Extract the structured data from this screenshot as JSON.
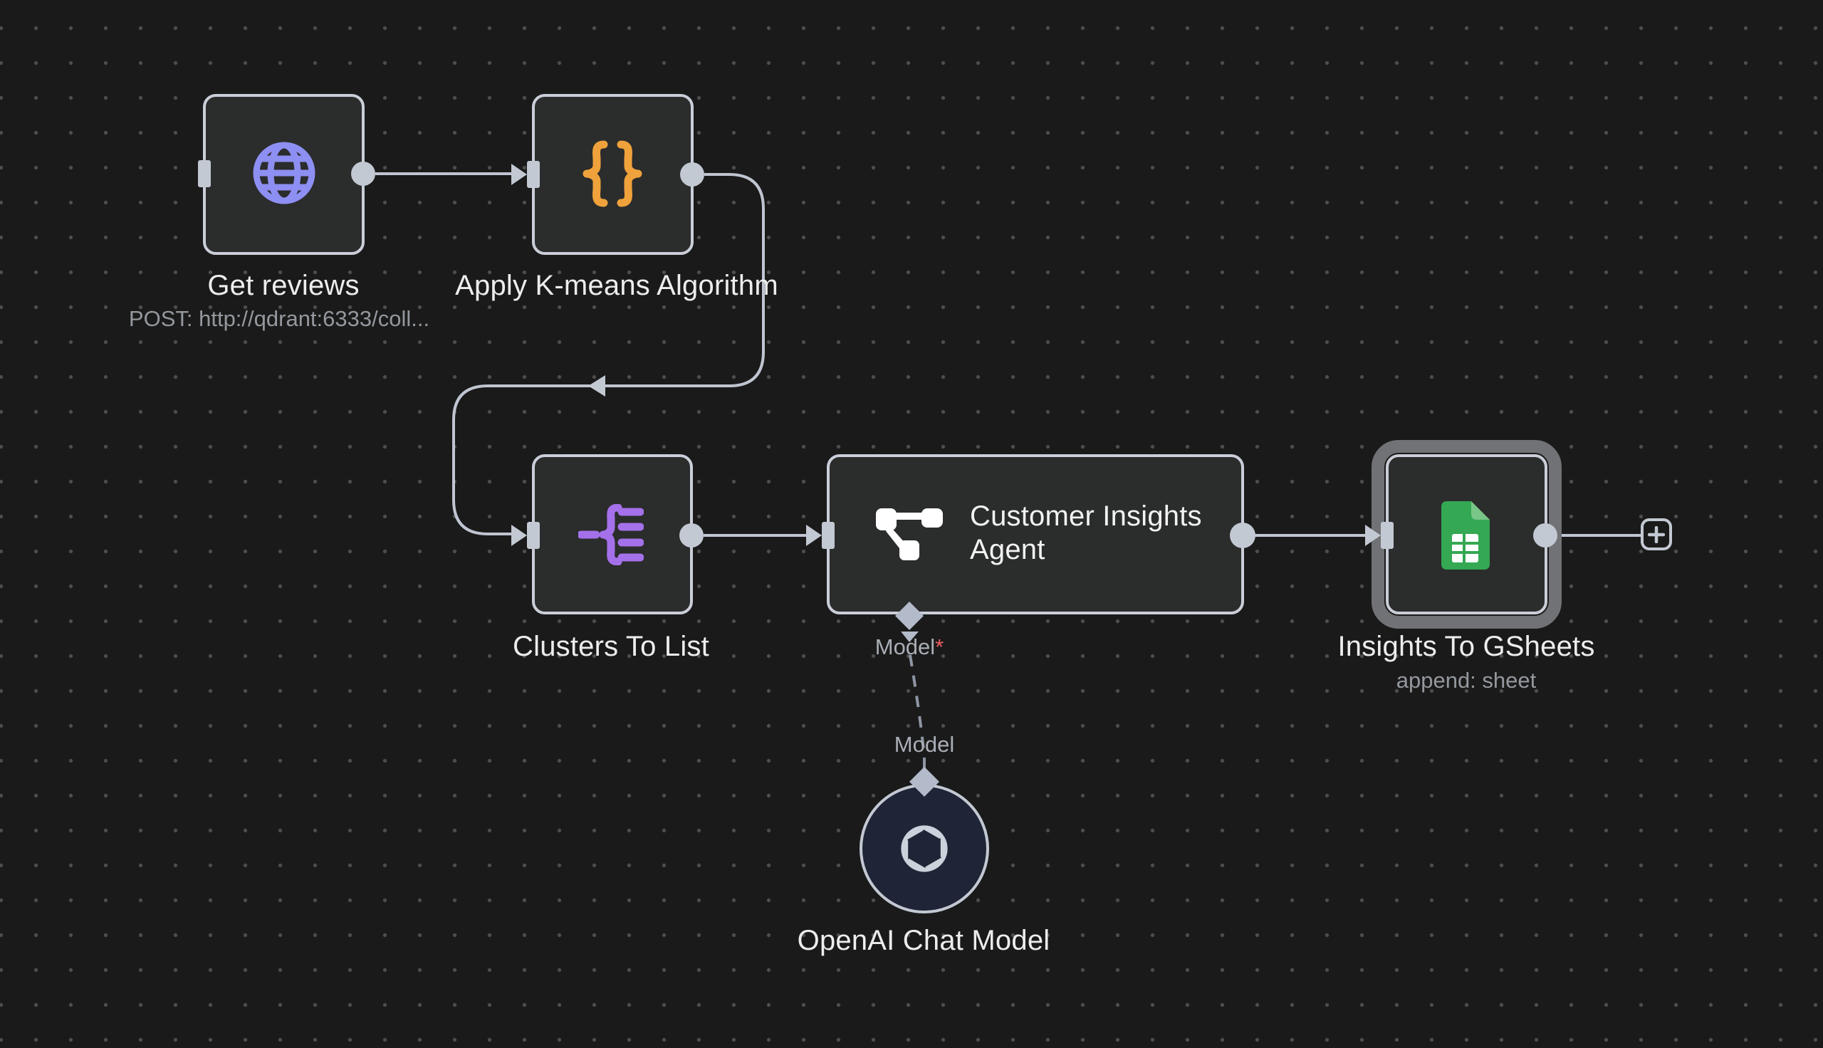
{
  "canvas": {
    "background": "#1a1a1a",
    "dot_color": "#4e4e4e",
    "line_color": "#c3c9d3",
    "node_border_color": "#c9ced8",
    "node_fill": "#2b2c2c",
    "selection_ring_color": "#717275"
  },
  "nodes": [
    {
      "key": "get_reviews",
      "label": "Get reviews",
      "subtitle": "POST: http://qdrant:6333/coll...",
      "icon": "globe-icon",
      "icon_color": "#8d8ff2"
    },
    {
      "key": "apply_kmeans",
      "label": "Apply K-means Algorithm",
      "icon": "curly-braces-icon",
      "icon_color": "#efa23b"
    },
    {
      "key": "clusters_to_list",
      "label": "Clusters To List",
      "icon": "split-out-icon",
      "icon_color": "#a471ea"
    },
    {
      "key": "customer_insights_agent",
      "label": "Customer Insights Agent",
      "icon": "agent-icon",
      "icon_color": "#ffffff"
    },
    {
      "key": "insights_to_gsheets",
      "label": "Insights To GSheets",
      "subtitle": "append: sheet",
      "icon": "google-sheets-icon",
      "icon_color": "#34a853",
      "selected": true
    },
    {
      "key": "openai_chat_model",
      "label": "OpenAI Chat Model",
      "icon": "openai-icon",
      "icon_color": "#ccd2dc",
      "shape": "circle"
    }
  ],
  "connection_labels": {
    "model_required": "Model",
    "required_marker": "*",
    "model_source": "Model",
    "required_marker_color": "#ed5f5f"
  },
  "plus_button": {
    "icon": "plus-icon"
  }
}
